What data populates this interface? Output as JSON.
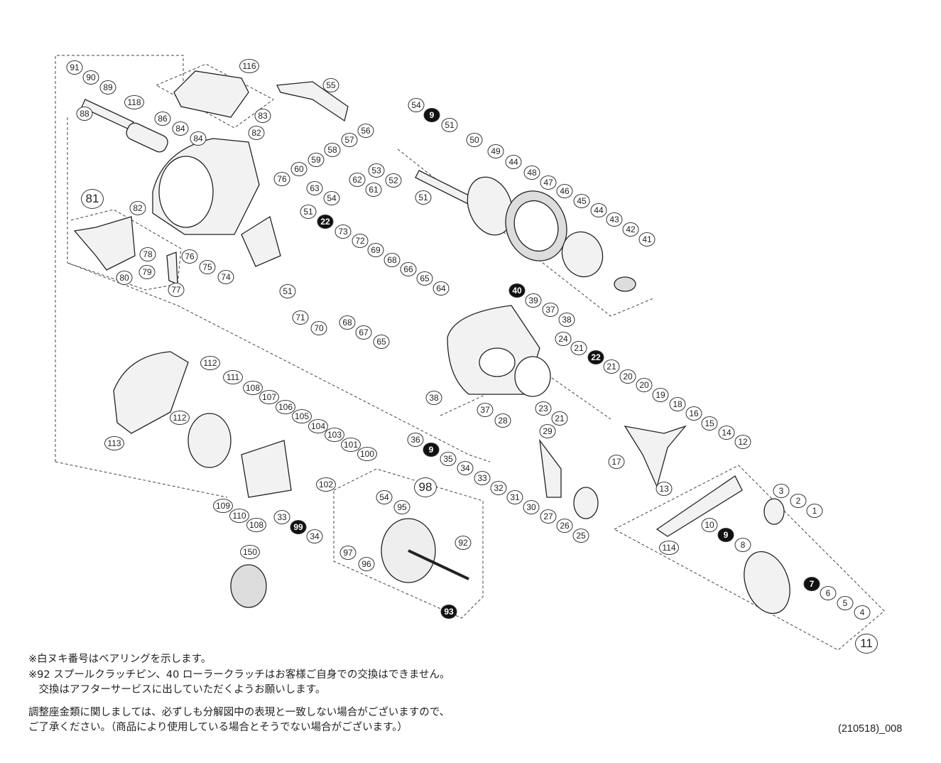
{
  "labels": [
    {
      "n": "91"
    },
    {
      "n": "90"
    },
    {
      "n": "89"
    },
    {
      "n": "88"
    },
    {
      "n": "118"
    },
    {
      "n": "86"
    },
    {
      "n": "84"
    },
    {
      "n": "84"
    },
    {
      "n": "116"
    },
    {
      "n": "55"
    },
    {
      "n": "83"
    },
    {
      "n": "82"
    },
    {
      "n": "57"
    },
    {
      "n": "56"
    },
    {
      "n": "58"
    },
    {
      "n": "59"
    },
    {
      "n": "60"
    },
    {
      "n": "76"
    },
    {
      "n": "63"
    },
    {
      "n": "54"
    },
    {
      "n": "51"
    },
    {
      "n": "62"
    },
    {
      "n": "61"
    },
    {
      "n": "54"
    },
    {
      "n": "9",
      "black": true
    },
    {
      "n": "51"
    },
    {
      "n": "53"
    },
    {
      "n": "52"
    },
    {
      "n": "51"
    },
    {
      "n": "50"
    },
    {
      "n": "49"
    },
    {
      "n": "44"
    },
    {
      "n": "48"
    },
    {
      "n": "47"
    },
    {
      "n": "46"
    },
    {
      "n": "45"
    },
    {
      "n": "44"
    },
    {
      "n": "43"
    },
    {
      "n": "42"
    },
    {
      "n": "41"
    },
    {
      "n": "81",
      "big": true
    },
    {
      "n": "82"
    },
    {
      "n": "78"
    },
    {
      "n": "79"
    },
    {
      "n": "80"
    },
    {
      "n": "77"
    },
    {
      "n": "76"
    },
    {
      "n": "75"
    },
    {
      "n": "74"
    },
    {
      "n": "22",
      "black": true
    },
    {
      "n": "73"
    },
    {
      "n": "72"
    },
    {
      "n": "69"
    },
    {
      "n": "68"
    },
    {
      "n": "66"
    },
    {
      "n": "65"
    },
    {
      "n": "64"
    },
    {
      "n": "51"
    },
    {
      "n": "71"
    },
    {
      "n": "70"
    },
    {
      "n": "68"
    },
    {
      "n": "67"
    },
    {
      "n": "65"
    },
    {
      "n": "40",
      "black": true
    },
    {
      "n": "39"
    },
    {
      "n": "37"
    },
    {
      "n": "38"
    },
    {
      "n": "24"
    },
    {
      "n": "21"
    },
    {
      "n": "22",
      "black": true
    },
    {
      "n": "21"
    },
    {
      "n": "20"
    },
    {
      "n": "20"
    },
    {
      "n": "19"
    },
    {
      "n": "18"
    },
    {
      "n": "16"
    },
    {
      "n": "15"
    },
    {
      "n": "14"
    },
    {
      "n": "12"
    },
    {
      "n": "38"
    },
    {
      "n": "23"
    },
    {
      "n": "21"
    },
    {
      "n": "37"
    },
    {
      "n": "28"
    },
    {
      "n": "29"
    },
    {
      "n": "36"
    },
    {
      "n": "9",
      "black": true
    },
    {
      "n": "35"
    },
    {
      "n": "34"
    },
    {
      "n": "33"
    },
    {
      "n": "32"
    },
    {
      "n": "31"
    },
    {
      "n": "30"
    },
    {
      "n": "27"
    },
    {
      "n": "26"
    },
    {
      "n": "25"
    },
    {
      "n": "17"
    },
    {
      "n": "13"
    },
    {
      "n": "112"
    },
    {
      "n": "111"
    },
    {
      "n": "108"
    },
    {
      "n": "107"
    },
    {
      "n": "106"
    },
    {
      "n": "105"
    },
    {
      "n": "104"
    },
    {
      "n": "103"
    },
    {
      "n": "101"
    },
    {
      "n": "100"
    },
    {
      "n": "112"
    },
    {
      "n": "113"
    },
    {
      "n": "102"
    },
    {
      "n": "109"
    },
    {
      "n": "110"
    },
    {
      "n": "108"
    },
    {
      "n": "33"
    },
    {
      "n": "99",
      "black": true
    },
    {
      "n": "34"
    },
    {
      "n": "98",
      "big": true
    },
    {
      "n": "54"
    },
    {
      "n": "95"
    },
    {
      "n": "92"
    },
    {
      "n": "97"
    },
    {
      "n": "96"
    },
    {
      "n": "93",
      "black": true
    },
    {
      "n": "150"
    },
    {
      "n": "3"
    },
    {
      "n": "2"
    },
    {
      "n": "1"
    },
    {
      "n": "114"
    },
    {
      "n": "10"
    },
    {
      "n": "9",
      "black": true
    },
    {
      "n": "8"
    },
    {
      "n": "7",
      "black": true
    },
    {
      "n": "6"
    },
    {
      "n": "5"
    },
    {
      "n": "4"
    },
    {
      "n": "11",
      "big": true
    }
  ],
  "notes": {
    "line1": "※白ヌキ番号はベアリングを示します。",
    "line2": "※92 スプールクラッチピン、40 ローラークラッチはお客様ご自身での交換はできません。",
    "line3": "　交換はアフターサービスに出していただくようお願いします。",
    "line4": "調整座金類に関しましては、必ずしも分解図中の表現と一致しない場合がございますので、",
    "line5": "ご了承ください。（商品により使用している場合とそうでない場合がございます。）"
  },
  "code": "(210518)_008"
}
